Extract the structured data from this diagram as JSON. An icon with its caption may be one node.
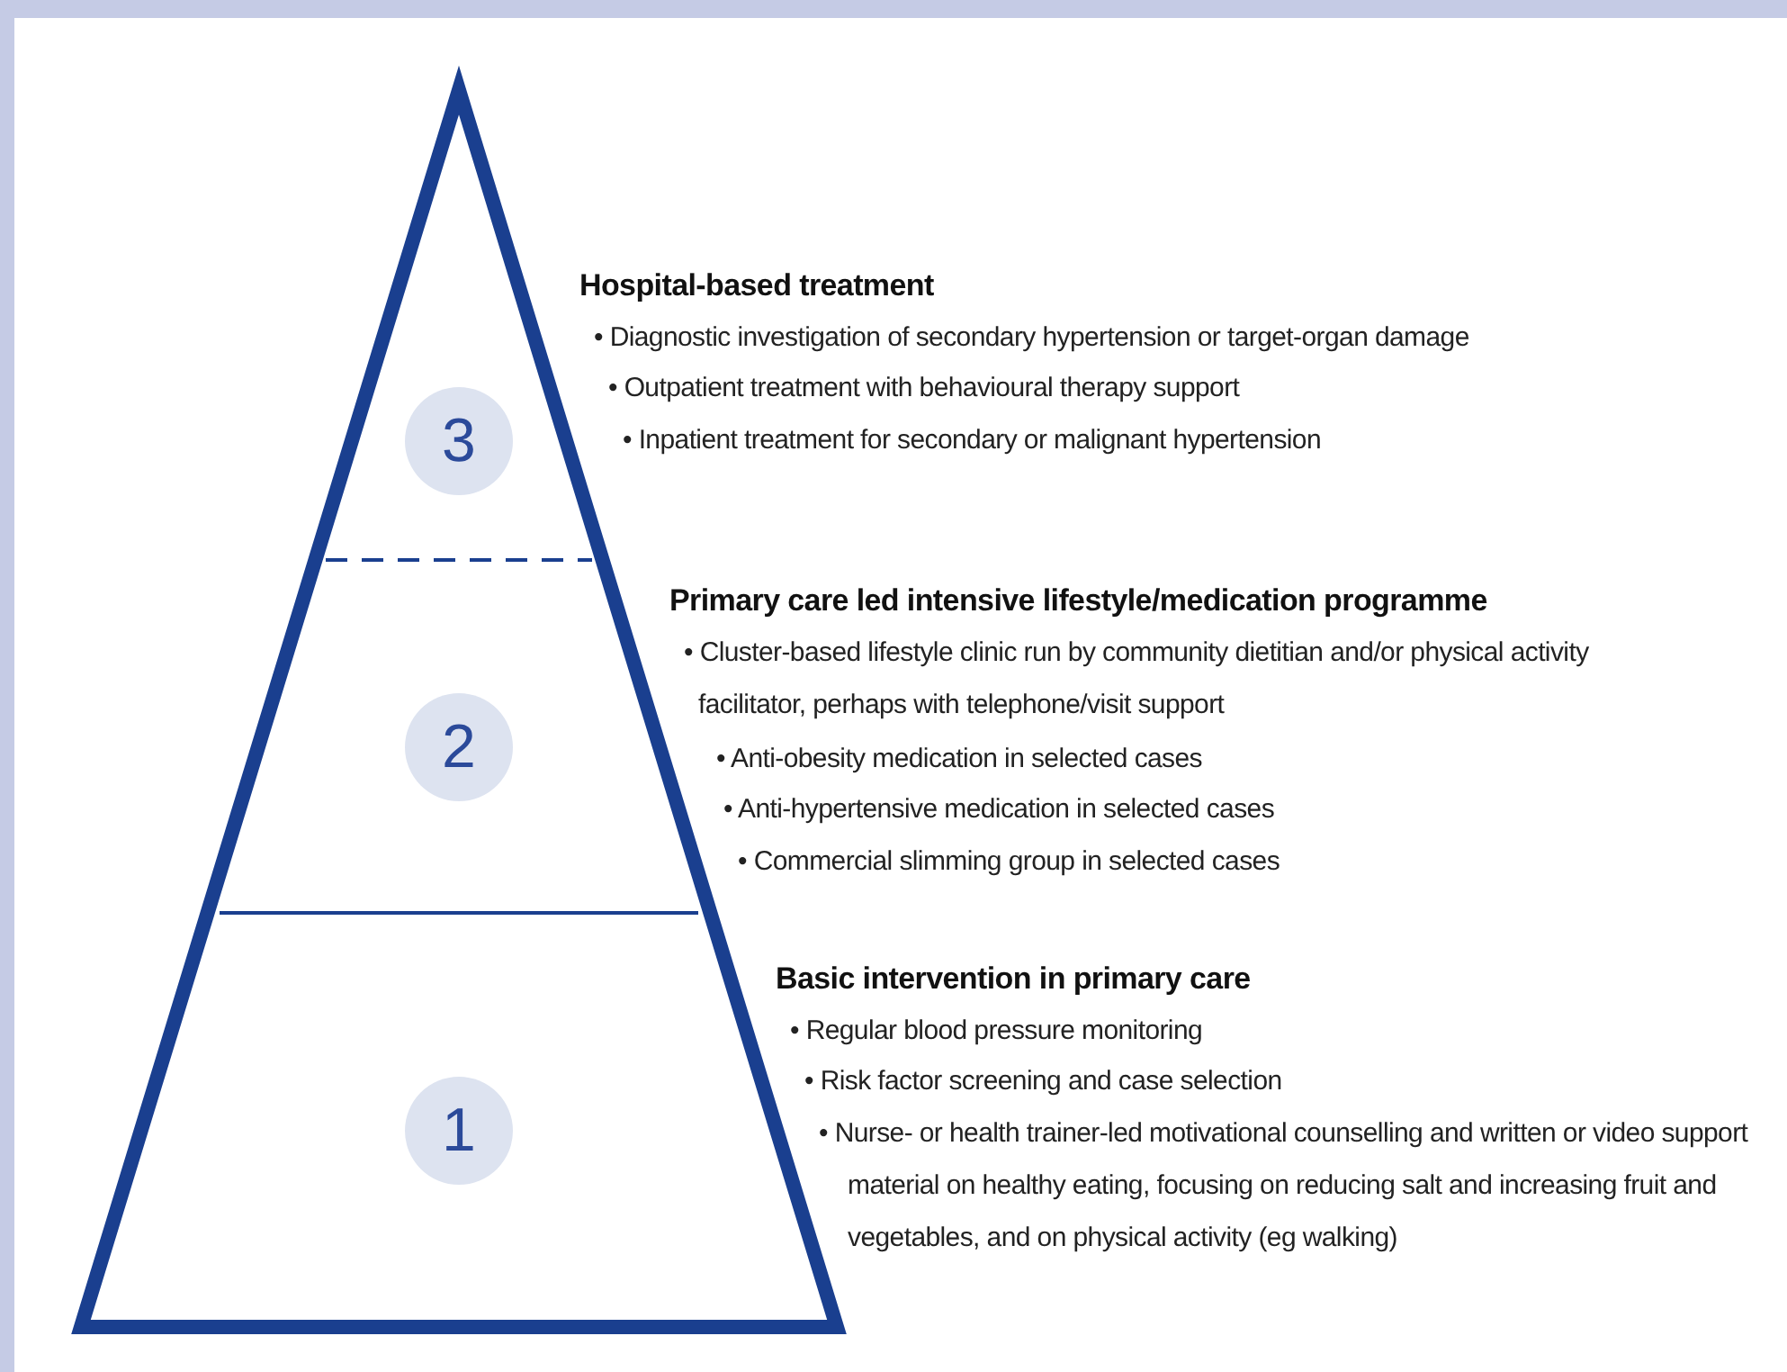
{
  "diagram": {
    "nodes": [
      {
        "text": [
          "3"
        ],
        "beside": [
          "Hospital-based treatment",
          "• Diagnostic investigation of secondary hypertension or target-organ damage",
          "• Outpatient treatment with behavioural therapy support",
          "• Inpatient treatment for secondary or malignant hypertension"
        ]
      },
      {
        "text": [
          "2"
        ],
        "beside": [
          "Primary care led intensive lifestyle/medication programme",
          "• Cluster-based lifestyle clinic run by community dietitian and/or physical activity facilitator, perhaps with telephone/visit support",
          "• Anti-obesity medication in selected cases",
          "• Anti-hypertensive medication in selected cases",
          "• Commercial slimming group in selected cases"
        ]
      },
      {
        "text": [
          "1"
        ],
        "beside": [
          "Basic intervention in primary care",
          "• Regular blood pressure monitoring",
          "• Risk factor screening and case selection",
          "• Nurse- or health trainer-led motivational counselling and written or video support material on healthy eating, focusing on reducing salt and increasing fruit and vegetables, and on physical activity (eg walking)"
        ]
      }
    ],
    "edges": []
  }
}
